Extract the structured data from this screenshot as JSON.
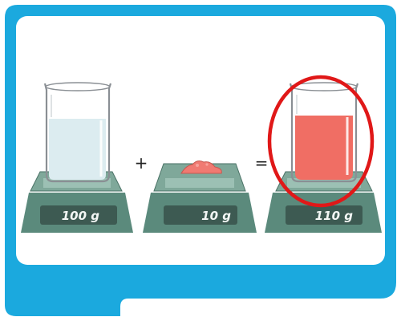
{
  "scales": [
    {
      "id": "water",
      "reading": "100 g",
      "contents": "liquid",
      "contents_color": "#dcecf0"
    },
    {
      "id": "salt",
      "reading": "10 g",
      "contents": "powder",
      "contents_color": "#f07a72"
    },
    {
      "id": "solution",
      "reading": "110 g",
      "contents": "liquid",
      "contents_color": "#f06e64"
    }
  ],
  "operators": {
    "plus": "+",
    "equals": "="
  },
  "colors": {
    "frame": "#1ba9de",
    "scale_body": "#5b8a7c",
    "scale_top": "#7fa89a",
    "display": "#3d5a52",
    "highlight_ring": "#e01818"
  }
}
